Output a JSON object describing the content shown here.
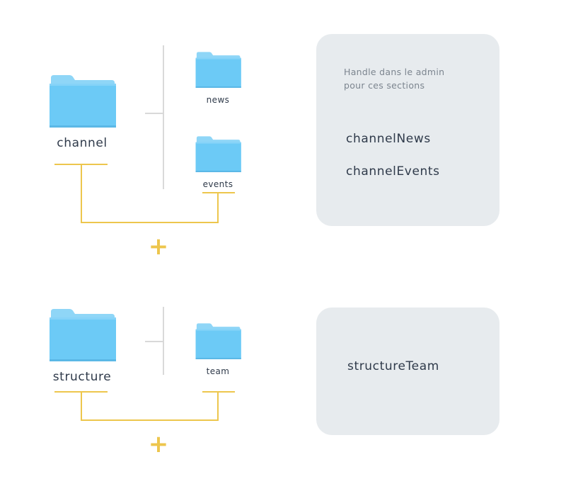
{
  "colors": {
    "folder_body": "#6ccaf6",
    "folder_tab": "#8fd6f7",
    "connector": "#edc64d",
    "divider": "#d9d9d9",
    "card_bg": "#e7ebee",
    "text": "#2f3a4a",
    "note_text": "#7c858f"
  },
  "groups": [
    {
      "parent": {
        "label": "channel",
        "icon": "folder-icon"
      },
      "children": [
        {
          "label": "news",
          "icon": "folder-icon"
        },
        {
          "label": "events",
          "icon": "folder-icon"
        }
      ],
      "plus": "+",
      "card": {
        "note": "Handle dans le admin\npour ces sections",
        "handles": [
          "channelNews",
          "channelEvents"
        ]
      }
    },
    {
      "parent": {
        "label": "structure",
        "icon": "folder-icon"
      },
      "children": [
        {
          "label": "team",
          "icon": "folder-icon"
        }
      ],
      "plus": "+",
      "card": {
        "handles": [
          "structureTeam"
        ]
      }
    }
  ]
}
